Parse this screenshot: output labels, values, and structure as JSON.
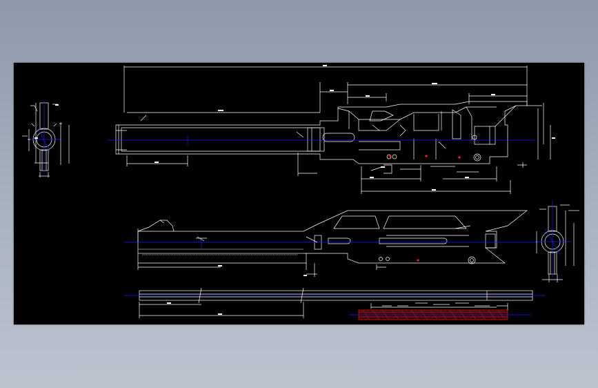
{
  "viewer": {
    "background": "#000000",
    "line_color": "#ffffff",
    "centerline_color": "#1a1aff",
    "hatch_color": "#d01818",
    "marker_color": "#ff2020"
  },
  "drawing": {
    "views": [
      "front-view",
      "side-section-left",
      "top-view",
      "side-section-right",
      "rod-detail",
      "sectioned-strip"
    ]
  }
}
